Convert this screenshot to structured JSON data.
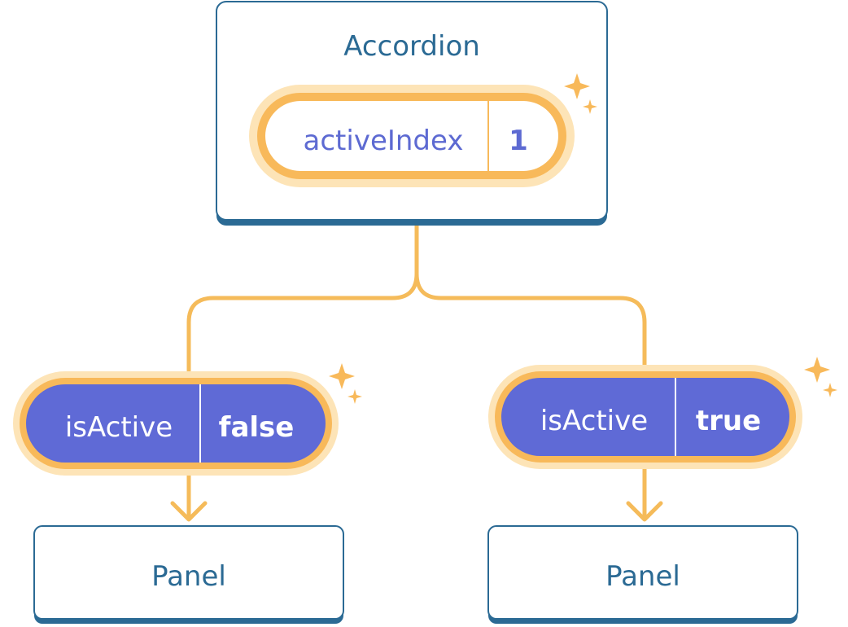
{
  "root": {
    "title": "Accordion",
    "state": {
      "key": "activeIndex",
      "value": "1"
    }
  },
  "children": [
    {
      "prop": {
        "key": "isActive",
        "value": "false"
      },
      "title": "Panel"
    },
    {
      "prop": {
        "key": "isActive",
        "value": "true"
      },
      "title": "Panel"
    }
  ],
  "colors": {
    "node_border": "#2b6a94",
    "node_text": "#2b6a94",
    "connector": "#f5bb5a",
    "highlight_outer": "#fde4b7",
    "highlight_ring": "#f8b95a",
    "state_text": "#5d6ad2",
    "prop_fill": "#5f6ad6",
    "prop_text": "#ffffff",
    "sparkle": "#f8b95a"
  },
  "icons": [
    "sparkle-icon",
    "arrow-down-icon"
  ]
}
